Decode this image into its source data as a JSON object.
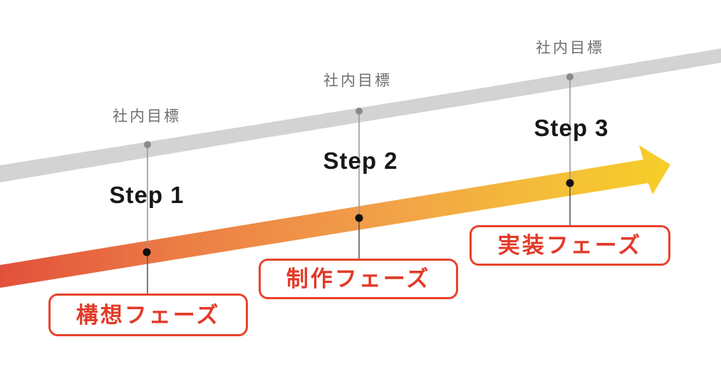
{
  "diagram": {
    "type": "step-phase-roadmap",
    "steps": [
      {
        "goal_label": "社内目標",
        "step_label": "Step 1",
        "phase_label": "構想フェーズ"
      },
      {
        "goal_label": "社内目標",
        "step_label": "Step 2",
        "phase_label": "制作フェーズ"
      },
      {
        "goal_label": "社内目標",
        "step_label": "Step 3",
        "phase_label": "実装フェーズ"
      }
    ],
    "colors": {
      "goal_band": "#d3d3d3",
      "goal_dot": "#8a8a8a",
      "phase_dot": "#101010",
      "connector_upper": "#9a9a9a",
      "connector_lower": "#5a5a5a",
      "arrow_gradient_start": "#e2503c",
      "arrow_gradient_mid": "#f19e49",
      "arrow_gradient_end": "#f6ce28",
      "phase_box_border": "#e8432c",
      "phase_text": "#e23a28",
      "goal_text": "#6e6e6e",
      "step_text": "#171717"
    }
  }
}
